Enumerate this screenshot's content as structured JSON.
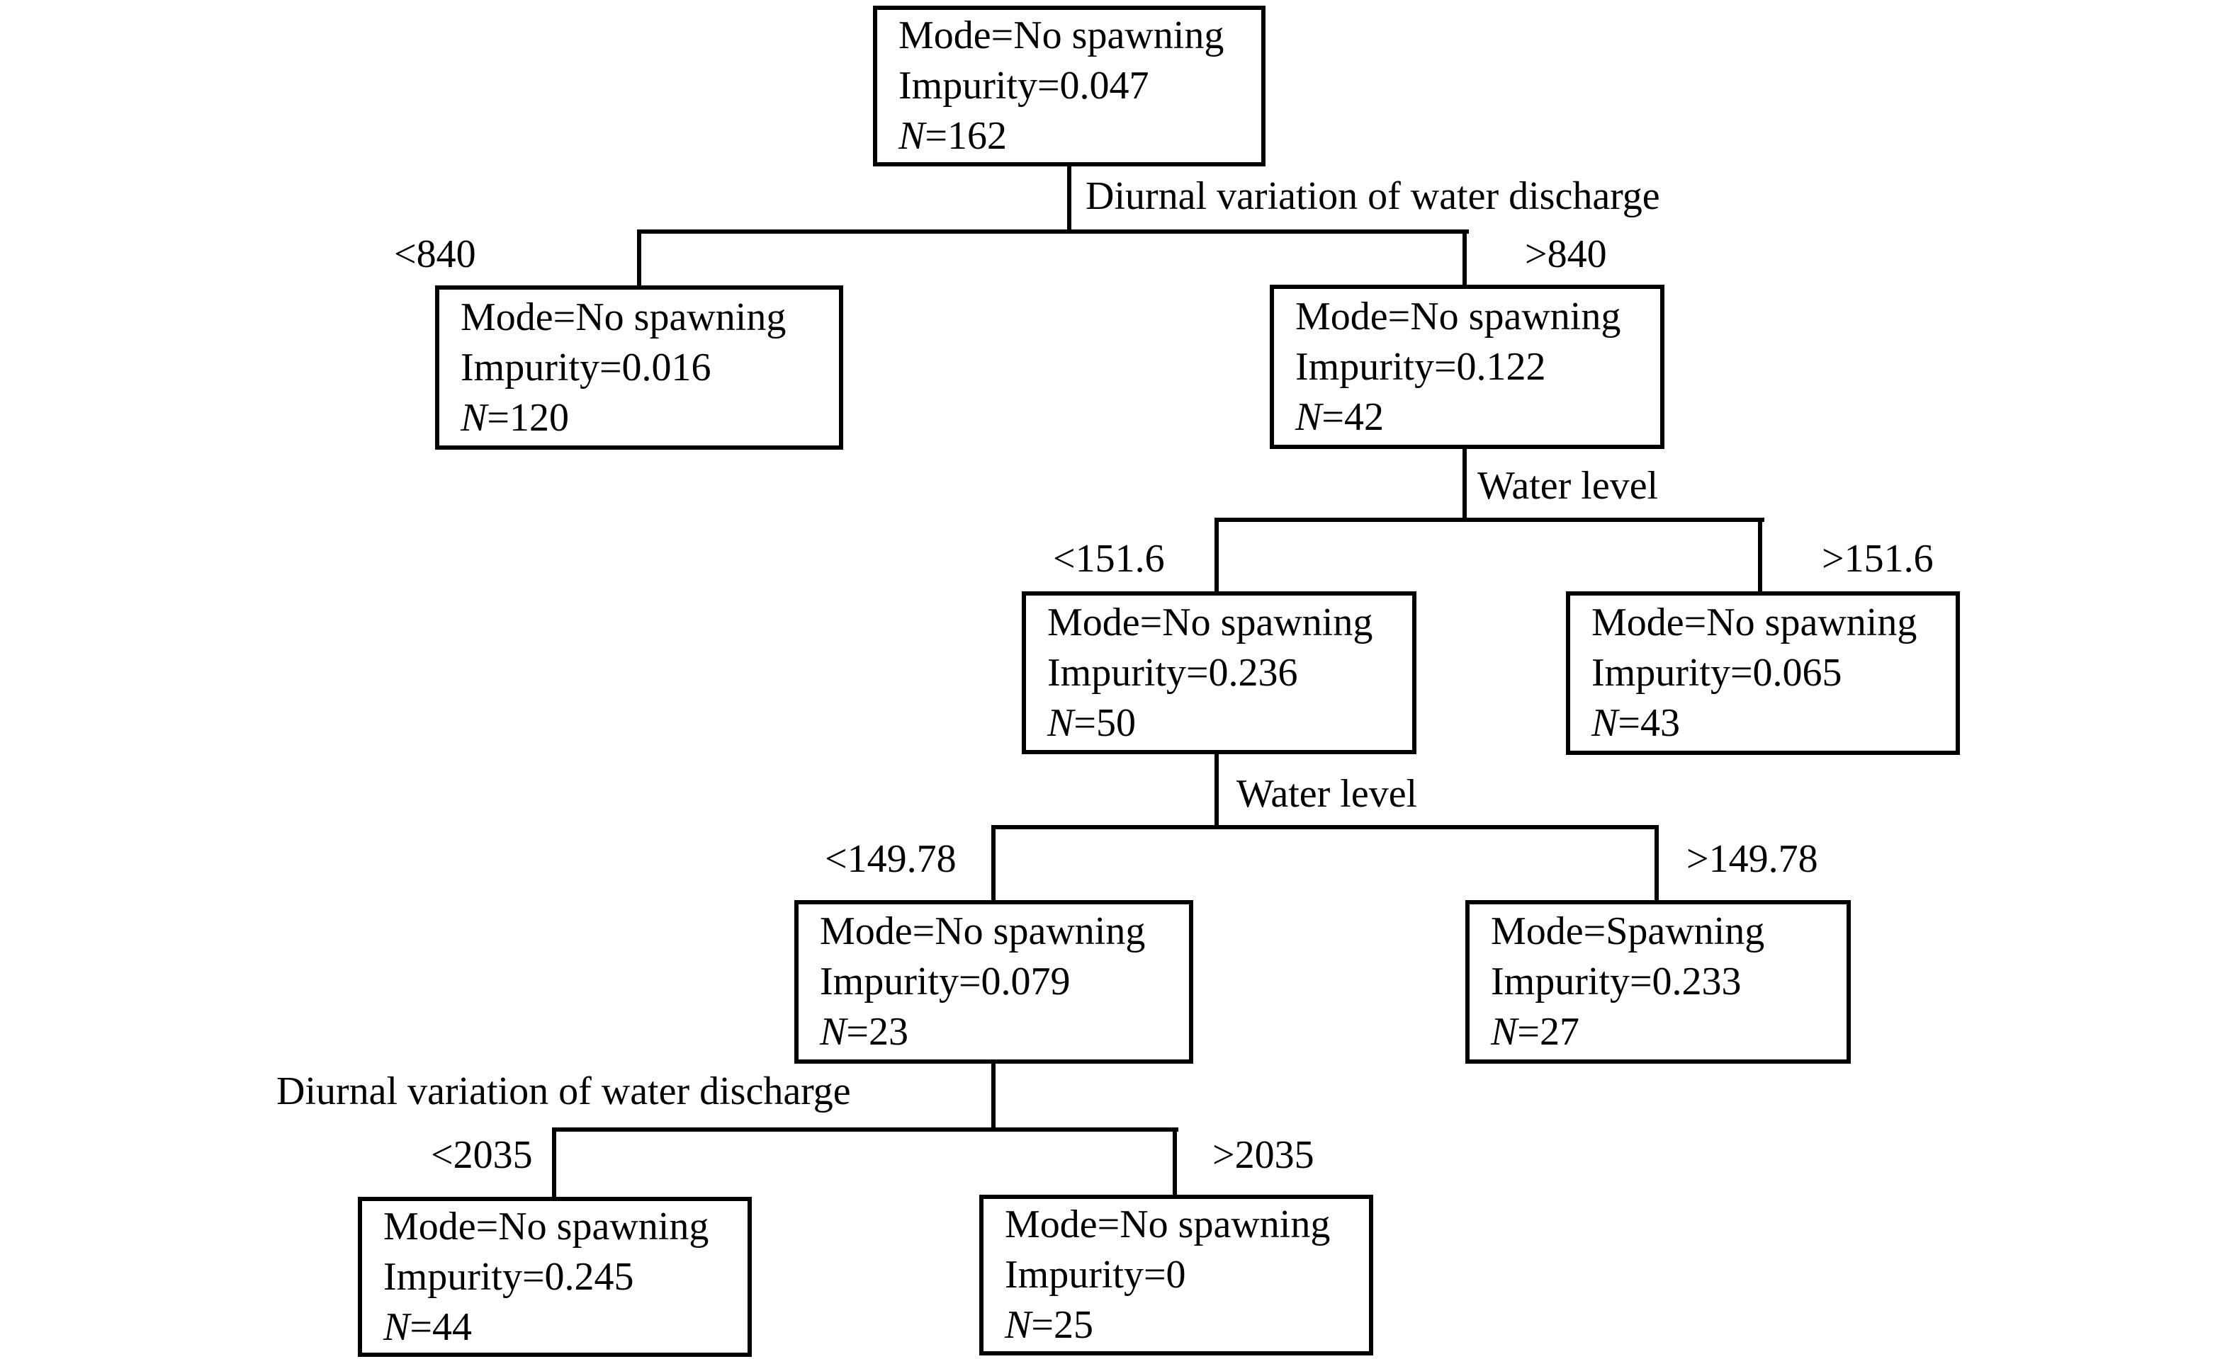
{
  "diagram": {
    "type": "decision-tree",
    "background_color": "#ffffff",
    "line_color": "#000000",
    "tree": {
      "nodes": {
        "root": {
          "mode": "Mode=No spawning",
          "impurity": "Impurity=0.047",
          "n_label": "N",
          "n_value": "=162"
        },
        "lt840": {
          "mode": "Mode=No spawning",
          "impurity": "Impurity=0.016",
          "n_label": "N",
          "n_value": "=120"
        },
        "gt840": {
          "mode": "Mode=No spawning",
          "impurity": "Impurity=0.122",
          "n_label": "N",
          "n_value": "=42"
        },
        "lt1516": {
          "mode": "Mode=No spawning",
          "impurity": "Impurity=0.236",
          "n_label": "N",
          "n_value": "=50"
        },
        "gt1516": {
          "mode": "Mode=No spawning",
          "impurity": "Impurity=0.065",
          "n_label": "N",
          "n_value": "=43"
        },
        "lt14978": {
          "mode": "Mode=No spawning",
          "impurity": "Impurity=0.079",
          "n_label": "N",
          "n_value": "=23"
        },
        "gt14978": {
          "mode": "Mode=Spawning",
          "impurity": "Impurity=0.233",
          "n_label": "N",
          "n_value": "=27"
        },
        "lt2035": {
          "mode": "Mode=No spawning",
          "impurity": "Impurity=0.245",
          "n_label": "N",
          "n_value": "=44"
        },
        "gt2035": {
          "mode": "Mode=No spawning",
          "impurity": "Impurity=0",
          "n_label": "N",
          "n_value": "=25"
        }
      },
      "splits": {
        "s1": {
          "variable": "Diurnal variation of water discharge",
          "left": "<840",
          "right": ">840"
        },
        "s2": {
          "variable": "Water level",
          "left": "<151.6",
          "right": ">151.6"
        },
        "s3": {
          "variable": "Water level",
          "left": "<149.78",
          "right": ">149.78"
        },
        "s4": {
          "variable": "Diurnal variation of water discharge",
          "left": "<2035",
          "right": ">2035"
        }
      }
    }
  }
}
